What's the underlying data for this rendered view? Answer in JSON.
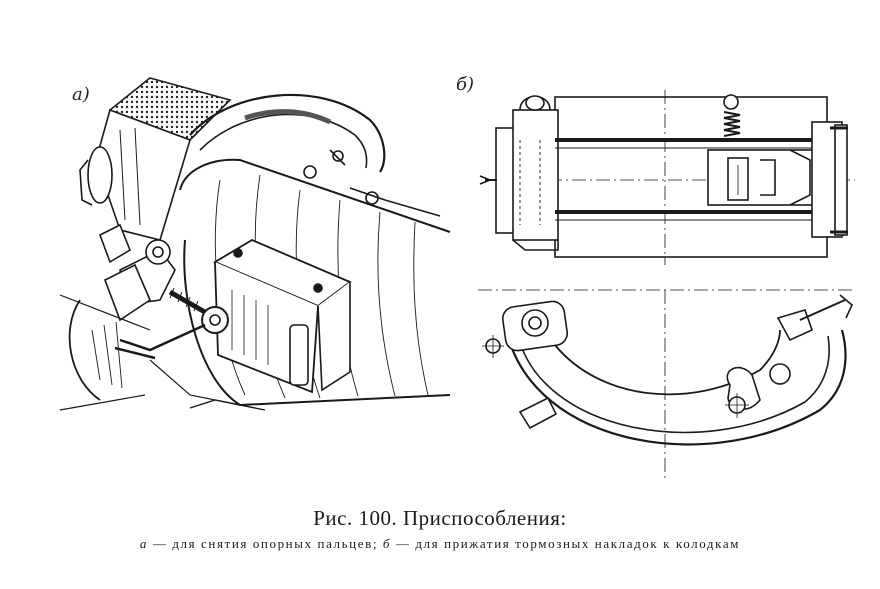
{
  "figure": {
    "panel_a_label": "a)",
    "panel_b_label": "б)",
    "caption_title": "Рис. 100. Приспособления:",
    "caption_a_letter": "а",
    "caption_a_text": " — для снятия опорных пальцев; ",
    "caption_b_letter": "б",
    "caption_b_text": " — для прижатия тормозных накладок к колодкам"
  },
  "colors": {
    "ink": "#1a1a1a",
    "paper": "#ffffff"
  }
}
